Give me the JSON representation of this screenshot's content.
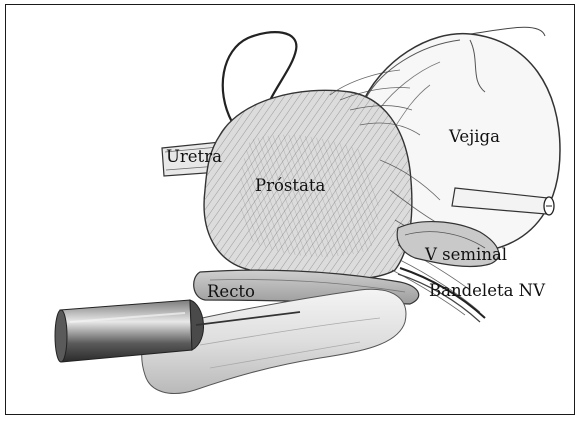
{
  "labels": {
    "uretra": "Uretra",
    "prostata": "Próstata",
    "vejiga": "Vejiga",
    "v_seminal": "V seminal",
    "recto": "Recto",
    "bandeleta_nv": "Bandeleta NV"
  },
  "colors": {
    "frame": "#1a1a1a",
    "ink": "#222222",
    "tissue_light": "#d9d9d9",
    "tissue_mid": "#9a9a9a",
    "skin": "#dddddd",
    "probe_dark": "#3a3a3a"
  }
}
